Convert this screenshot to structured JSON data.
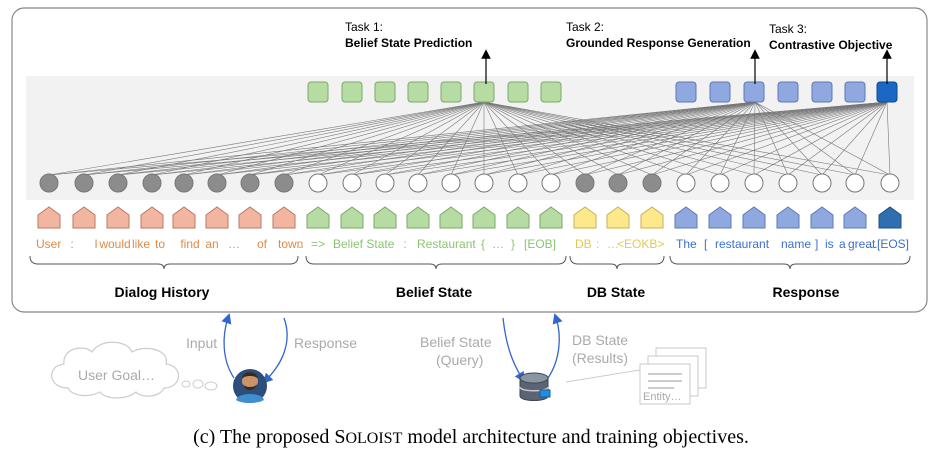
{
  "tasks": [
    {
      "id": "task1",
      "title": "Task 1:",
      "name": "Belief State Prediction"
    },
    {
      "id": "task2",
      "title": "Task 2:",
      "name": "Grounded Response Generation"
    },
    {
      "id": "task3",
      "title": "Task 3:",
      "name": "Contrastive Objective"
    }
  ],
  "tokens": {
    "history": [
      "User",
      ":",
      "I",
      "would",
      "like",
      "to",
      "find",
      "an",
      "…",
      "of",
      "town",
      "."
    ],
    "belief": [
      "=>",
      "Belief State",
      ":",
      "Restaurant",
      "{",
      "…",
      "}",
      "[EOB]"
    ],
    "db": [
      "DB",
      ":",
      "…",
      "<EOKB>"
    ],
    "response": [
      "The",
      "[",
      "restaurant",
      "name",
      "]",
      "is",
      "a",
      "great",
      "…",
      "[EOS]"
    ]
  },
  "segments": [
    {
      "id": "history",
      "label": "Dialog History"
    },
    {
      "id": "belief",
      "label": "Belief State"
    },
    {
      "id": "db",
      "label": "DB State"
    },
    {
      "id": "response",
      "label": "Response"
    }
  ],
  "interaction": {
    "input": "Input",
    "response": "Response",
    "user_goal": "User Goal…",
    "belief_query": [
      "Belief State",
      "(Query)"
    ],
    "db_results": [
      "DB State",
      "(Results)"
    ],
    "entity": "Entity…"
  },
  "caption": {
    "prefix": "(c) The proposed ",
    "model_initial": "S",
    "model_rest": "OLOIST",
    "suffix": " model architecture and training objectives."
  },
  "colors": {
    "history": "#f2b5a0",
    "history_text": "#e08a4a",
    "belief": "#b6dba3",
    "belief_text": "#8cc472",
    "db": "#fde88c",
    "db_text": "#e7c84f",
    "response": "#8fa8df",
    "response_text": "#3b6fd1",
    "response_dark": "#2f6fb0",
    "contrastive_output": "#1b68c4",
    "arrow_blue": "#3366cc",
    "context_node": "#8c8c8c",
    "panel_bg": "#f2f2f2",
    "grey_text": "#aaaaaa"
  }
}
